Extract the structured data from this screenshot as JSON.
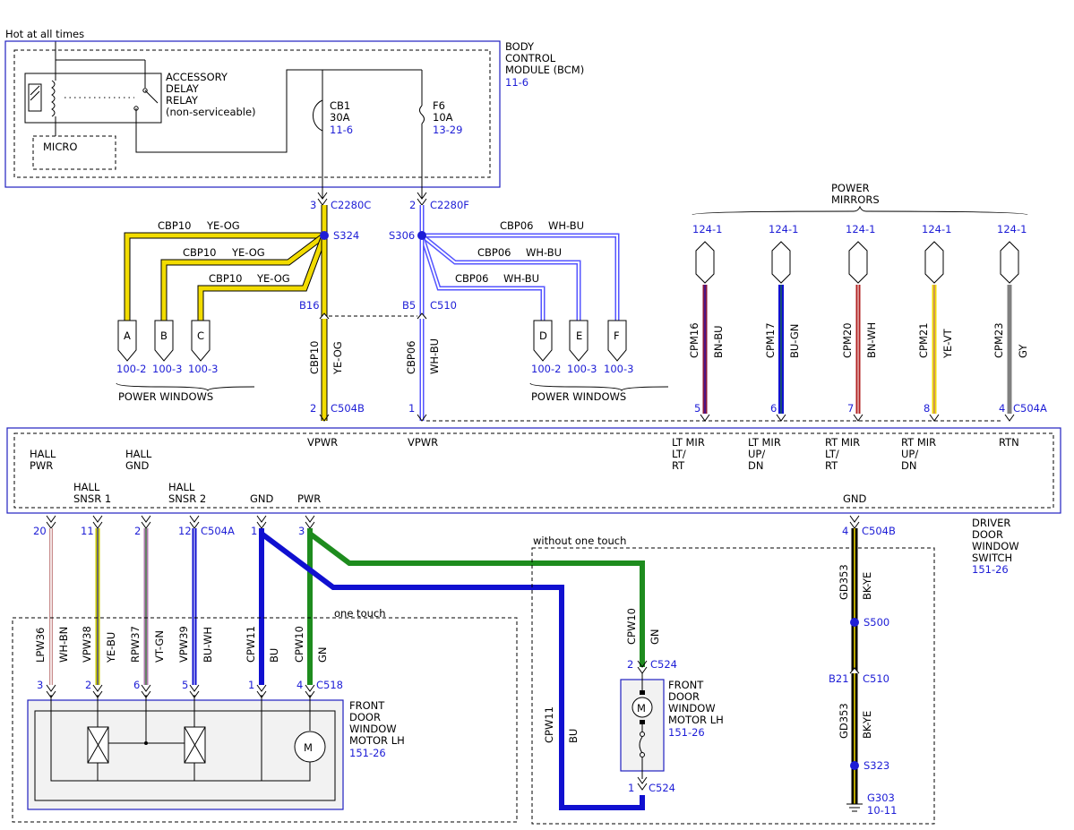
{
  "colors": {
    "ye_og": "#f2dc00",
    "wh_bu": "#5555ff",
    "blue": "#1010d0",
    "green": "#1e8c1e",
    "bn_bu": "#8b1a3b",
    "bn_wh": "#b22222",
    "ye_vt": "#f2dc00",
    "gy": "#808080",
    "wh_bn": "#c88c8c",
    "ye_bu": "#c8c800",
    "vt_gn": "#b07ab0",
    "bk_ye": "#202020",
    "module_fill": "#f2f2f2",
    "ref_blue": "#1d1dd6"
  },
  "power_source": "Hot at all times",
  "bcm": {
    "label": [
      "BODY",
      "CONTROL",
      "MODULE (BCM)"
    ],
    "ref": "11-6",
    "relay_label": [
      "ACCESSORY",
      "DELAY",
      "RELAY",
      "(non-serviceable)"
    ],
    "micro": "MICRO",
    "cb": {
      "name": "CB1",
      "rating": "30A",
      "ref": "11-6"
    },
    "fuse": {
      "name": "F6",
      "rating": "10A",
      "ref": "13-29"
    }
  },
  "connectors_top": {
    "c2280c": {
      "pin": "3",
      "name": "C2280C"
    },
    "c2280f": {
      "pin": "2",
      "name": "C2280F"
    }
  },
  "splices": {
    "s324": "S324",
    "s306": "S306",
    "s500": "S500",
    "s323": "S323"
  },
  "c510_top": {
    "left": "B16",
    "right": "B5",
    "name": "C510"
  },
  "cbp10": {
    "circuit": "CBP10",
    "color": "YE-OG"
  },
  "cbp06": {
    "circuit": "CBP06",
    "color": "WH-BU"
  },
  "power_windows_left": {
    "pins": [
      "A",
      "B",
      "C"
    ],
    "refs": [
      "100-2",
      "100-3",
      "100-3"
    ],
    "label": "POWER WINDOWS"
  },
  "power_windows_right": {
    "pins": [
      "D",
      "E",
      "F"
    ],
    "refs": [
      "100-2",
      "100-3",
      "100-3"
    ],
    "label": "POWER WINDOWS"
  },
  "c504b_top": {
    "pin_left": "2",
    "pin_right": "1",
    "name": "C504B"
  },
  "power_mirrors": {
    "label": [
      "POWER",
      "MIRRORS"
    ],
    "items": [
      {
        "ref": "124-1",
        "circuit": "CPM16",
        "color": "BN-BU",
        "pin": "5",
        "func": [
          "LT MIR",
          "LT/",
          "RT"
        ]
      },
      {
        "ref": "124-1",
        "circuit": "CPM17",
        "color": "BU-GN",
        "pin": "6",
        "func": [
          "LT MIR",
          "UP/",
          "DN"
        ]
      },
      {
        "ref": "124-1",
        "circuit": "CPM20",
        "color": "BN-WH",
        "pin": "7",
        "func": [
          "RT MIR",
          "LT/",
          "RT"
        ]
      },
      {
        "ref": "124-1",
        "circuit": "CPM21",
        "color": "YE-VT",
        "pin": "8",
        "func": [
          "RT MIR",
          "UP/",
          "DN"
        ]
      },
      {
        "ref": "124-1",
        "circuit": "CPM23",
        "color": "GY",
        "pin": "4",
        "func": [
          "RTN"
        ]
      }
    ],
    "connector": "C504A"
  },
  "dws": {
    "label": [
      "DRIVER",
      "DOOR",
      "WINDOW",
      "SWITCH"
    ],
    "ref": "151-26",
    "vpwr": "VPWR",
    "hall_pwr": [
      "HALL",
      "PWR"
    ],
    "hall_gnd": [
      "HALL",
      "GND"
    ],
    "hall_snsr1": [
      "HALL",
      "SNSR 1"
    ],
    "hall_snsr2": [
      "HALL",
      "SNSR 2"
    ],
    "gnd": "GND",
    "pwr": "PWR"
  },
  "bottom_pins": {
    "p20": "20",
    "p11": "11",
    "p2": "2",
    "p12": "12",
    "c504a": "C504A",
    "p1": "1",
    "p3": "3",
    "p4": "4",
    "c504b": "C504B"
  },
  "motor_wires": [
    {
      "circuit": "LPW36",
      "color": "WH-BN",
      "pin": "3"
    },
    {
      "circuit": "VPW38",
      "color": "YE-BU",
      "pin": "2"
    },
    {
      "circuit": "RPW37",
      "color": "VT-GN",
      "pin": "6"
    },
    {
      "circuit": "VPW39",
      "color": "BU-WH",
      "pin": "5"
    },
    {
      "circuit": "CPW11",
      "color": "BU",
      "pin": "1"
    },
    {
      "circuit": "CPW10",
      "color": "GN",
      "pin": "4"
    }
  ],
  "c518": "C518",
  "one_touch": "one touch",
  "without_one_touch": "without one touch",
  "front_motor_lh": {
    "label": [
      "FRONT",
      "DOOR",
      "WINDOW",
      "MOTOR LH"
    ],
    "ref": "151-26",
    "motor": "M"
  },
  "front_motor_lh2": {
    "label": [
      "FRONT",
      "DOOR",
      "WINDOW",
      "MOTOR LH"
    ],
    "ref": "151-26",
    "motor": "M"
  },
  "c524": {
    "pin_top": "2",
    "pin_bottom": "1",
    "name": "C524"
  },
  "cpw10": {
    "circuit": "CPW10",
    "color": "GN"
  },
  "cpw11": {
    "circuit": "CPW11",
    "color": "BU"
  },
  "gd353": {
    "circuit": "GD353",
    "color": "BK-YE"
  },
  "c510_bottom": {
    "pin": "B21",
    "name": "C510"
  },
  "ground": {
    "name": "G303",
    "ref": "10-11"
  }
}
